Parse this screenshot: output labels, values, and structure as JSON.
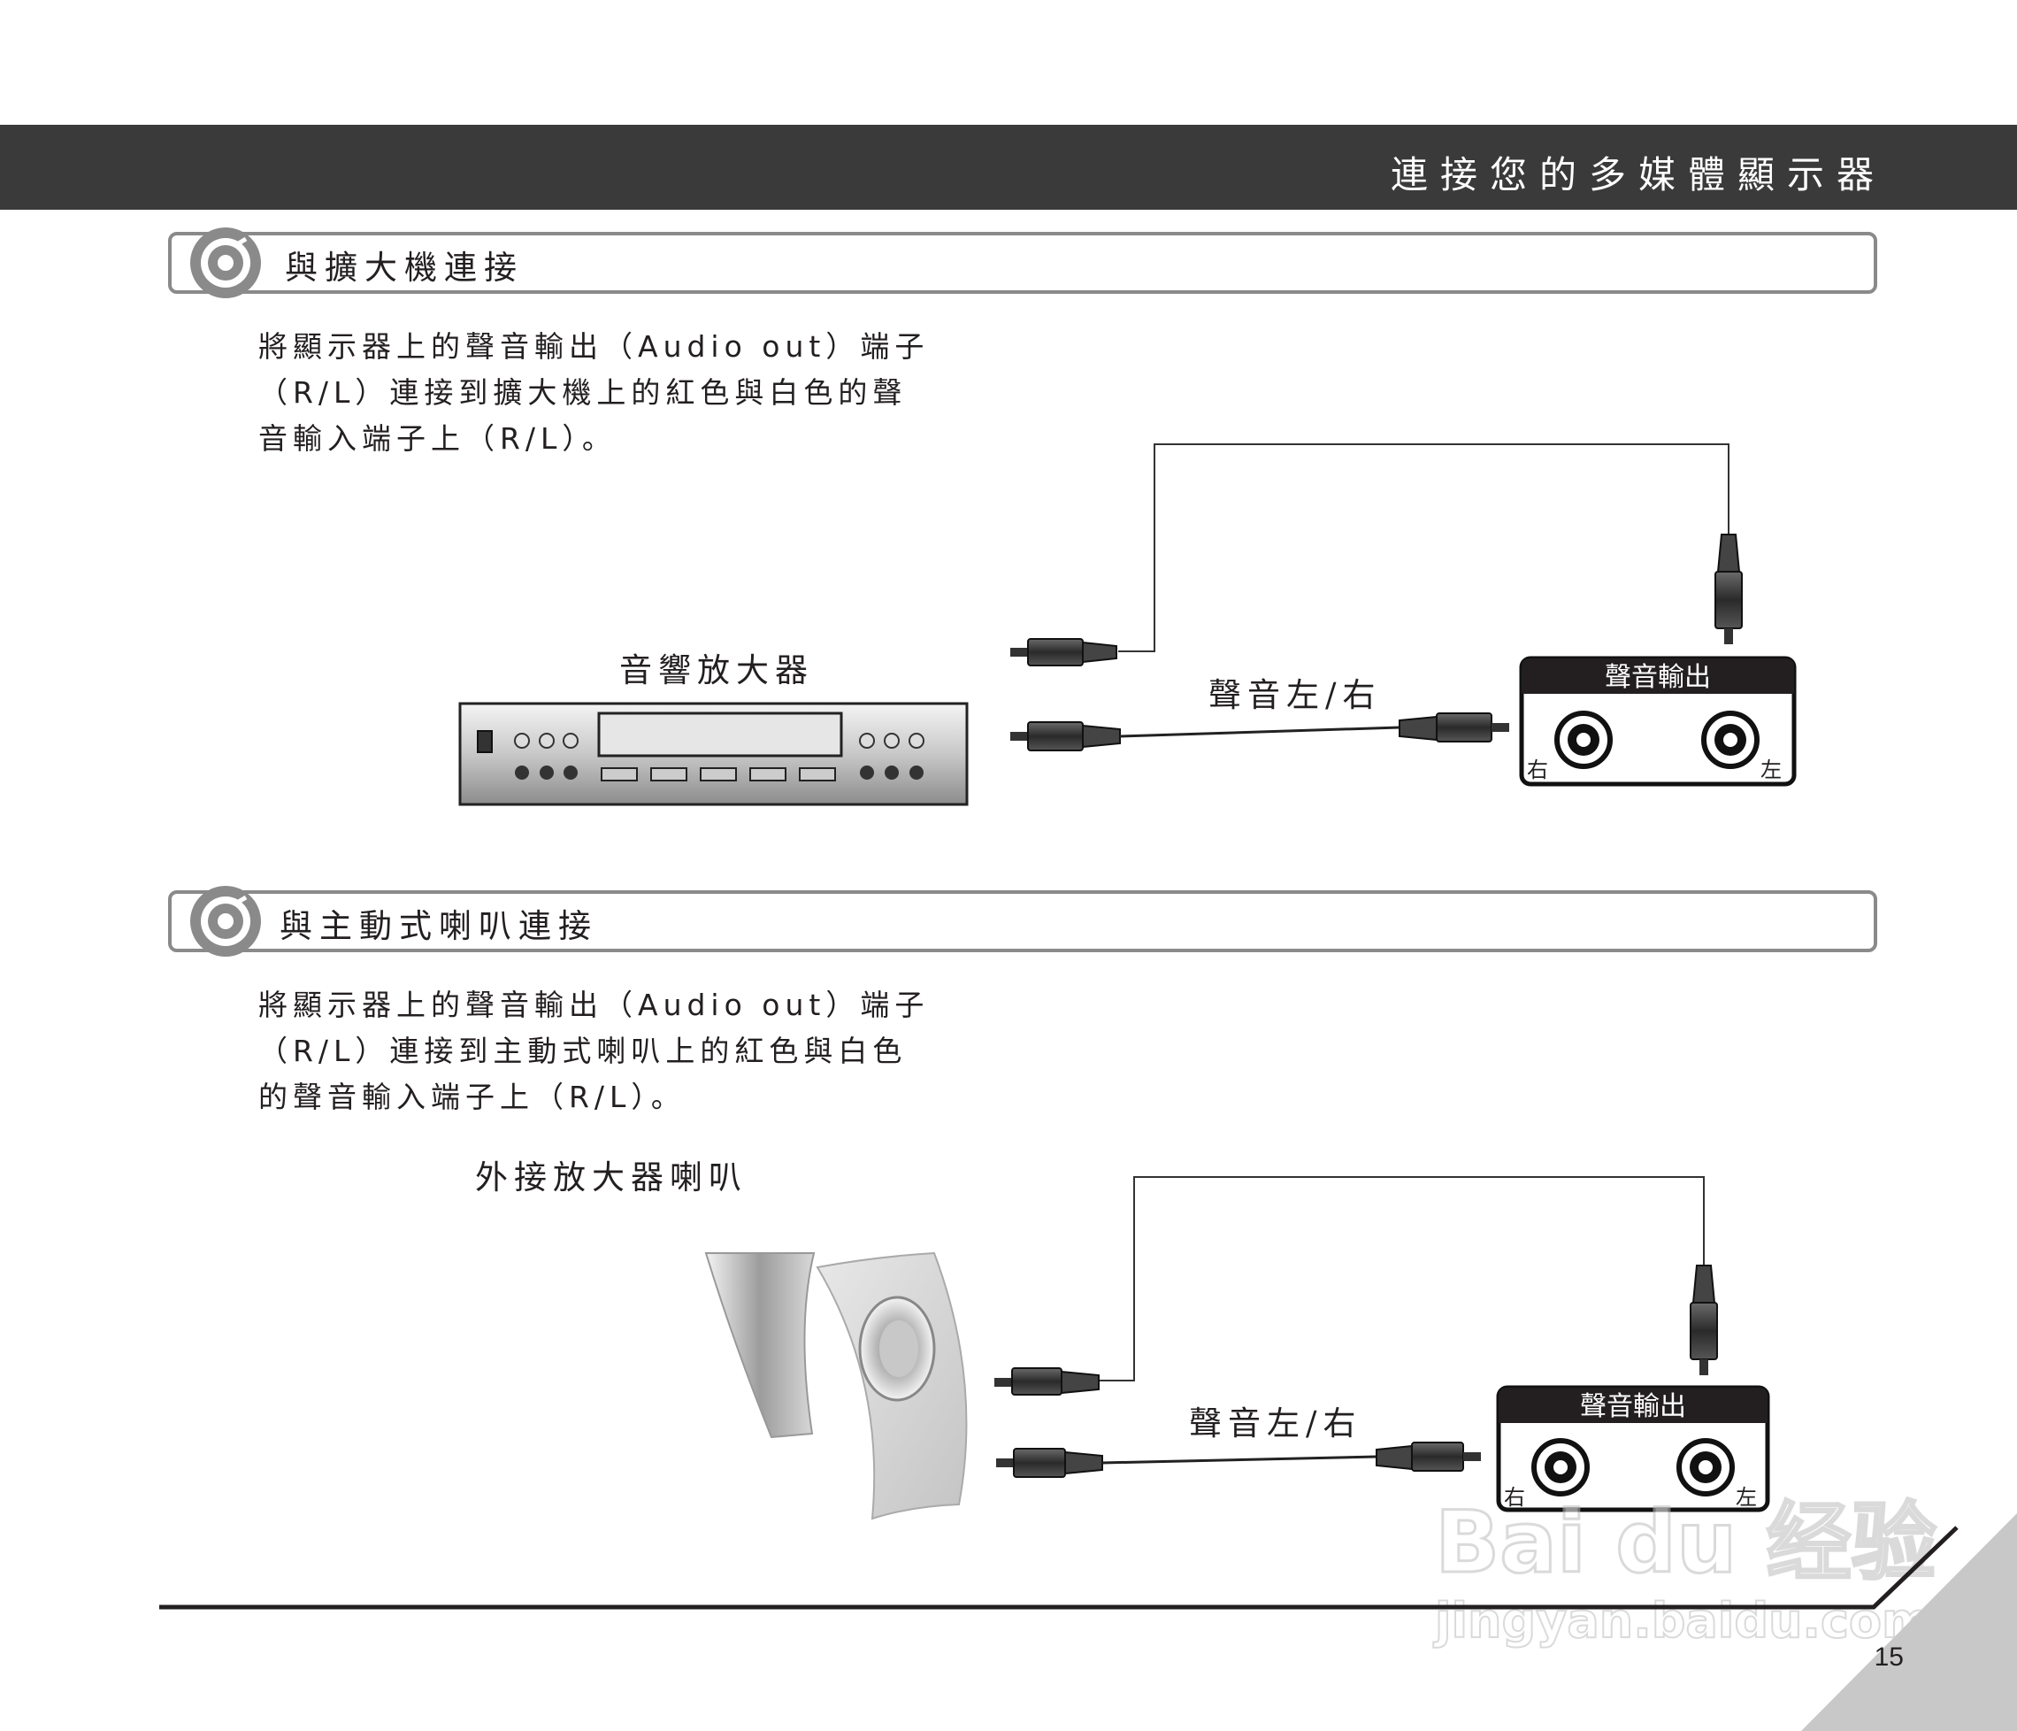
{
  "header": {
    "title": "連接您的多媒體顯示器"
  },
  "section1": {
    "title": "與擴大機連接",
    "lines": [
      "將顯示器上的聲音輸出（Audio out）端子",
      "（R/L）連接到擴大機上的紅色與白色的聲",
      "音輸入端子上（R/L）。"
    ],
    "device_label": "音響放大器",
    "cable_label": "聲音左/右",
    "port_title": "聲音輸出",
    "port_right": "右",
    "port_left": "左"
  },
  "section2": {
    "title": "與主動式喇叭連接",
    "lines": [
      "將顯示器上的聲音輸出（Audio out）端子",
      "（R/L）連接到主動式喇叭上的紅色與白色",
      "的聲音輸入端子上（R/L）。"
    ],
    "device_label": "外接放大器喇叭",
    "cable_label": "聲音左/右",
    "port_title": "聲音輸出",
    "port_right": "右",
    "port_left": "左"
  },
  "watermark": {
    "line1": "Bai du 经验",
    "line2": "jingyan.baidu.com"
  },
  "page_number": "15"
}
